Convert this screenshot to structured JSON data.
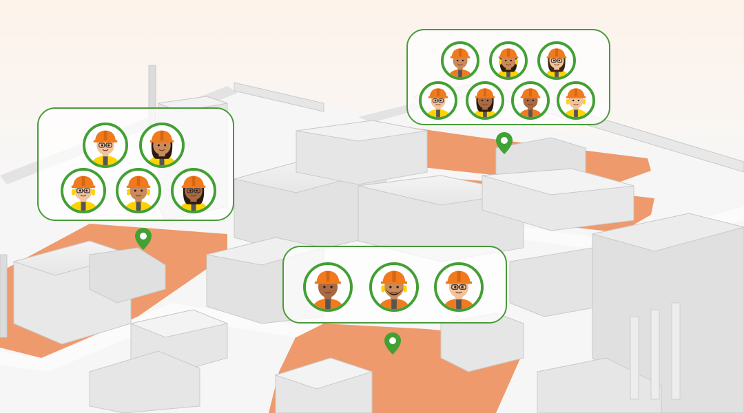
{
  "colors": {
    "accent_green": "#43a034",
    "card_border": "#4a9a3a",
    "zone_orange": "#ee9a6c",
    "helmet_orange": "#f07a1e",
    "building_gray": "#e2e2e2",
    "ground": "#f5f5f5"
  },
  "groups": [
    {
      "id": "left",
      "worker_count": 5,
      "workers": [
        {
          "icon": "worker-glasses-avatar-icon",
          "skin": "#f2c29a",
          "hair": "#3a2414",
          "vest": "#ffd200"
        },
        {
          "icon": "worker-female-avatar-icon",
          "skin": "#c98a5c",
          "hair": "#2a1a10",
          "vest": "#ffd200"
        },
        {
          "icon": "worker-glasses-earmuffs-avatar-icon",
          "skin": "#f2c29a",
          "hair": "#3a2414",
          "vest": "#ffd200"
        },
        {
          "icon": "worker-earmuffs-avatar-icon",
          "skin": "#c98a5c",
          "hair": "#2a1a10",
          "vest": "#ffd200"
        },
        {
          "icon": "worker-female-glasses-avatar-icon",
          "skin": "#a86a44",
          "hair": "#2a1a10",
          "vest": "#ffd200"
        }
      ],
      "pin_icon": "location-pin-icon"
    },
    {
      "id": "top-right",
      "worker_count": 7,
      "workers": [
        {
          "icon": "worker-avatar-icon",
          "skin": "#c98a5c",
          "hair": "#2a1a10",
          "vest": "#f07a1e"
        },
        {
          "icon": "worker-female-earmuffs-avatar-icon",
          "skin": "#c98a5c",
          "hair": "#2a1a10",
          "vest": "#ffd200"
        },
        {
          "icon": "worker-female-glasses-avatar-icon",
          "skin": "#f2c29a",
          "hair": "#3a2414",
          "vest": "#ffd200"
        },
        {
          "icon": "worker-glasses-avatar-icon",
          "skin": "#f2c29a",
          "hair": "#3a2414",
          "vest": "#ffd200"
        },
        {
          "icon": "worker-female-avatar-icon",
          "skin": "#a86a44",
          "hair": "#2a1a10",
          "vest": "#ffd200"
        },
        {
          "icon": "worker-avatar-icon",
          "skin": "#a86a44",
          "hair": "#2a1a10",
          "vest": "#f07a1e"
        },
        {
          "icon": "worker-earmuffs-avatar-icon",
          "skin": "#f2c29a",
          "hair": "#3a2414",
          "vest": "#ffd200"
        }
      ],
      "pin_icon": "location-pin-icon"
    },
    {
      "id": "center",
      "worker_count": 3,
      "workers": [
        {
          "icon": "worker-avatar-icon",
          "skin": "#a86a44",
          "hair": "#2a1a10",
          "vest": "#f07a1e"
        },
        {
          "icon": "worker-earmuffs-beard-avatar-icon",
          "skin": "#c98a5c",
          "hair": "#2a1a10",
          "vest": "#f07a1e"
        },
        {
          "icon": "worker-glasses-avatar-icon",
          "skin": "#f2c29a",
          "hair": "#3a2414",
          "vest": "#f07a1e"
        }
      ],
      "pin_icon": "location-pin-icon"
    }
  ]
}
